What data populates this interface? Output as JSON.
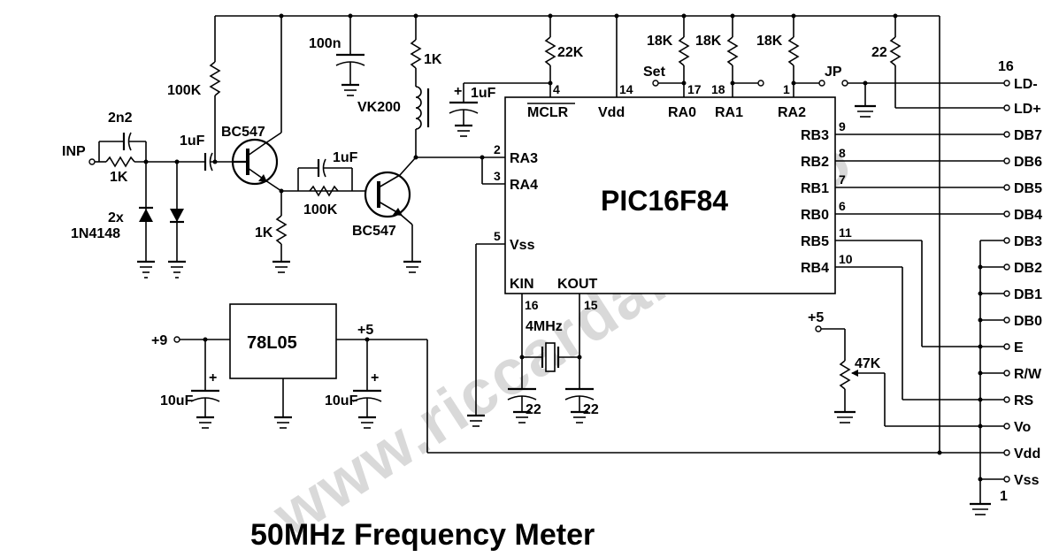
{
  "title": "50MHz Frequency Meter",
  "watermark": "www.riccardarejul.co",
  "ic": {
    "name": "PIC16F84"
  },
  "pins": {
    "mclr": "MCLR",
    "vdd": "Vdd",
    "ra0": "RA0",
    "ra1": "RA1",
    "ra2": "RA2",
    "ra3": "RA3",
    "ra4": "RA4",
    "vss": "Vss",
    "kin": "KIN",
    "kout": "KOUT",
    "rb3": "RB3",
    "rb2": "RB2",
    "rb1": "RB1",
    "rb0": "RB0",
    "rb5": "RB5",
    "rb4": "RB4"
  },
  "pin_numbers": {
    "p4": "4",
    "p14": "14",
    "p17": "17",
    "p18": "18",
    "p1": "1",
    "p2": "2",
    "p3": "3",
    "p5": "5",
    "p16": "16",
    "p15": "15",
    "p9": "9",
    "p8": "8",
    "p7": "7",
    "p6": "6",
    "p11": "11",
    "p10": "10"
  },
  "components": {
    "c_2n2": "2n2",
    "r_1k_in": "1K",
    "diodes_count": "2x",
    "diodes": "1N4148",
    "r_100k_bias": "100K",
    "c_in": "1uF",
    "q1": "BC547",
    "r_1k_emitter": "1K",
    "c_100n": "100n",
    "r_1k_coll": "1K",
    "choke": "VK200",
    "c_fb": "1uF",
    "r_100k_fb": "100K",
    "q2": "BC547",
    "r_22k": "22K",
    "c_mclr": "1uF",
    "r_18k_1": "18K",
    "r_18k_2": "18K",
    "r_18k_3": "18K",
    "r_22": "22",
    "set": "Set",
    "jp": "JP",
    "xtal": "4MHz",
    "c_22_a": "22",
    "c_22_b": "22",
    "regulator": "78L05",
    "c_10uf_in": "10uF",
    "c_10uf_out": "10uF",
    "pot": "47K",
    "pot_supply": "+5",
    "v_in": "+9",
    "v_out": "+5",
    "inp": "INP"
  },
  "connector": {
    "pin16": "16",
    "pin1": "1",
    "labels": [
      "LD-",
      "LD+",
      "DB7",
      "DB6",
      "DB5",
      "DB4",
      "DB3",
      "DB2",
      "DB1",
      "DB0",
      "E",
      "R/W",
      "RS",
      "Vo",
      "Vdd",
      "Vss"
    ]
  },
  "colors": {
    "ink": "#000000",
    "watermark": "#d9d9d9",
    "background": "#ffffff"
  }
}
